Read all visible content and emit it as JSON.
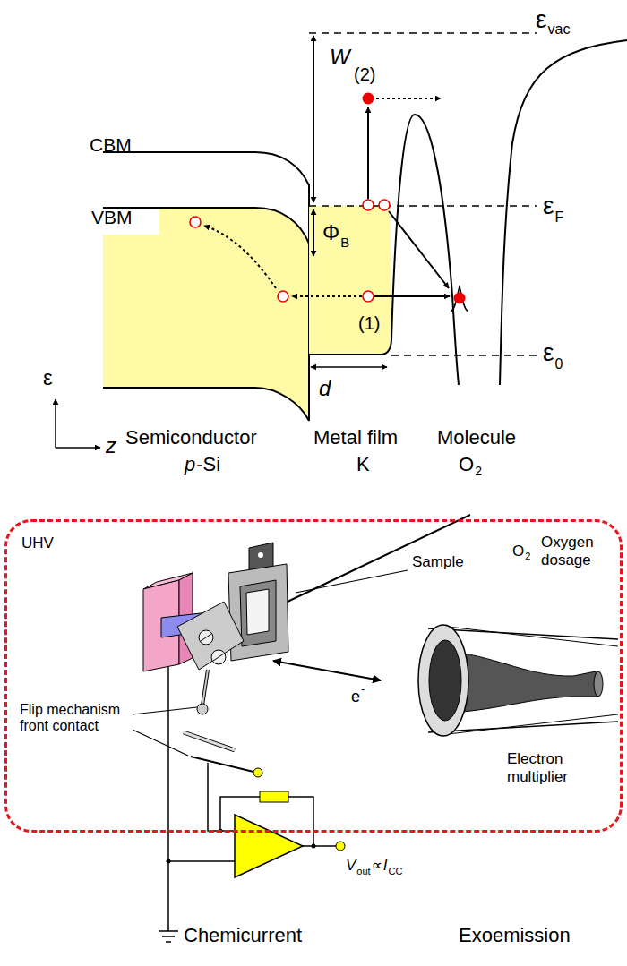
{
  "diagram": {
    "nodes": [
      {
        "text": [
          "UHV"
        ]
      }
    ],
    "labels": [
      "ε",
      "vac",
      "(2)",
      "W",
      "CBM",
      "VBM",
      "Φ",
      "B",
      "ε",
      "F",
      "(1)",
      "ε",
      "0",
      "d",
      "ε",
      "z",
      "Semiconductor",
      "p",
      "-Si",
      "Metal film",
      "K",
      "Molecule",
      "O",
      "2",
      "Sample",
      "Oxygen dosage",
      "O",
      "2",
      "e",
      "-",
      "Flip mechanism front contact",
      "Electron multiplier",
      "V",
      "out",
      "∝",
      "I",
      "CC",
      "Chemicurrent",
      "Exoemission"
    ]
  }
}
